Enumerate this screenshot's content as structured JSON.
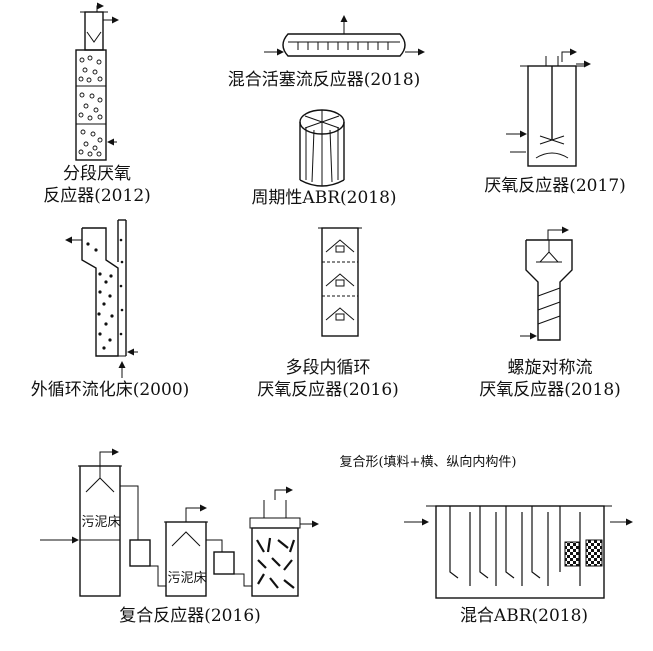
{
  "figure": {
    "labels": {
      "staged_anaerobic_l1": "分段厌氧",
      "staged_anaerobic_l2": "反应器(2012)",
      "mixed_plug_flow": "混合活塞流反应器(2018)",
      "periodic_abr": "周期性ABR(2018)",
      "anaerobic_reactor": "厌氧反应器(2017)",
      "external_circ_fb": "外循环流化床(2000)",
      "multistage_ic_l1": "多段内循环",
      "multistage_ic_l2": "厌氧反应器(2016)",
      "spiral_sym_l1": "螺旋对称流",
      "spiral_sym_l2": "厌氧反应器(2018)",
      "composite_header": "复合形(填料+横、纵向内构件)",
      "composite_reactor": "复合反应器(2016)",
      "mixed_abr": "混合ABR(2018)",
      "sludge_bed_1": "污泥床",
      "sludge_bed_2": "污泥床"
    },
    "colors": {
      "line": "#111111",
      "background": "#ffffff"
    }
  }
}
